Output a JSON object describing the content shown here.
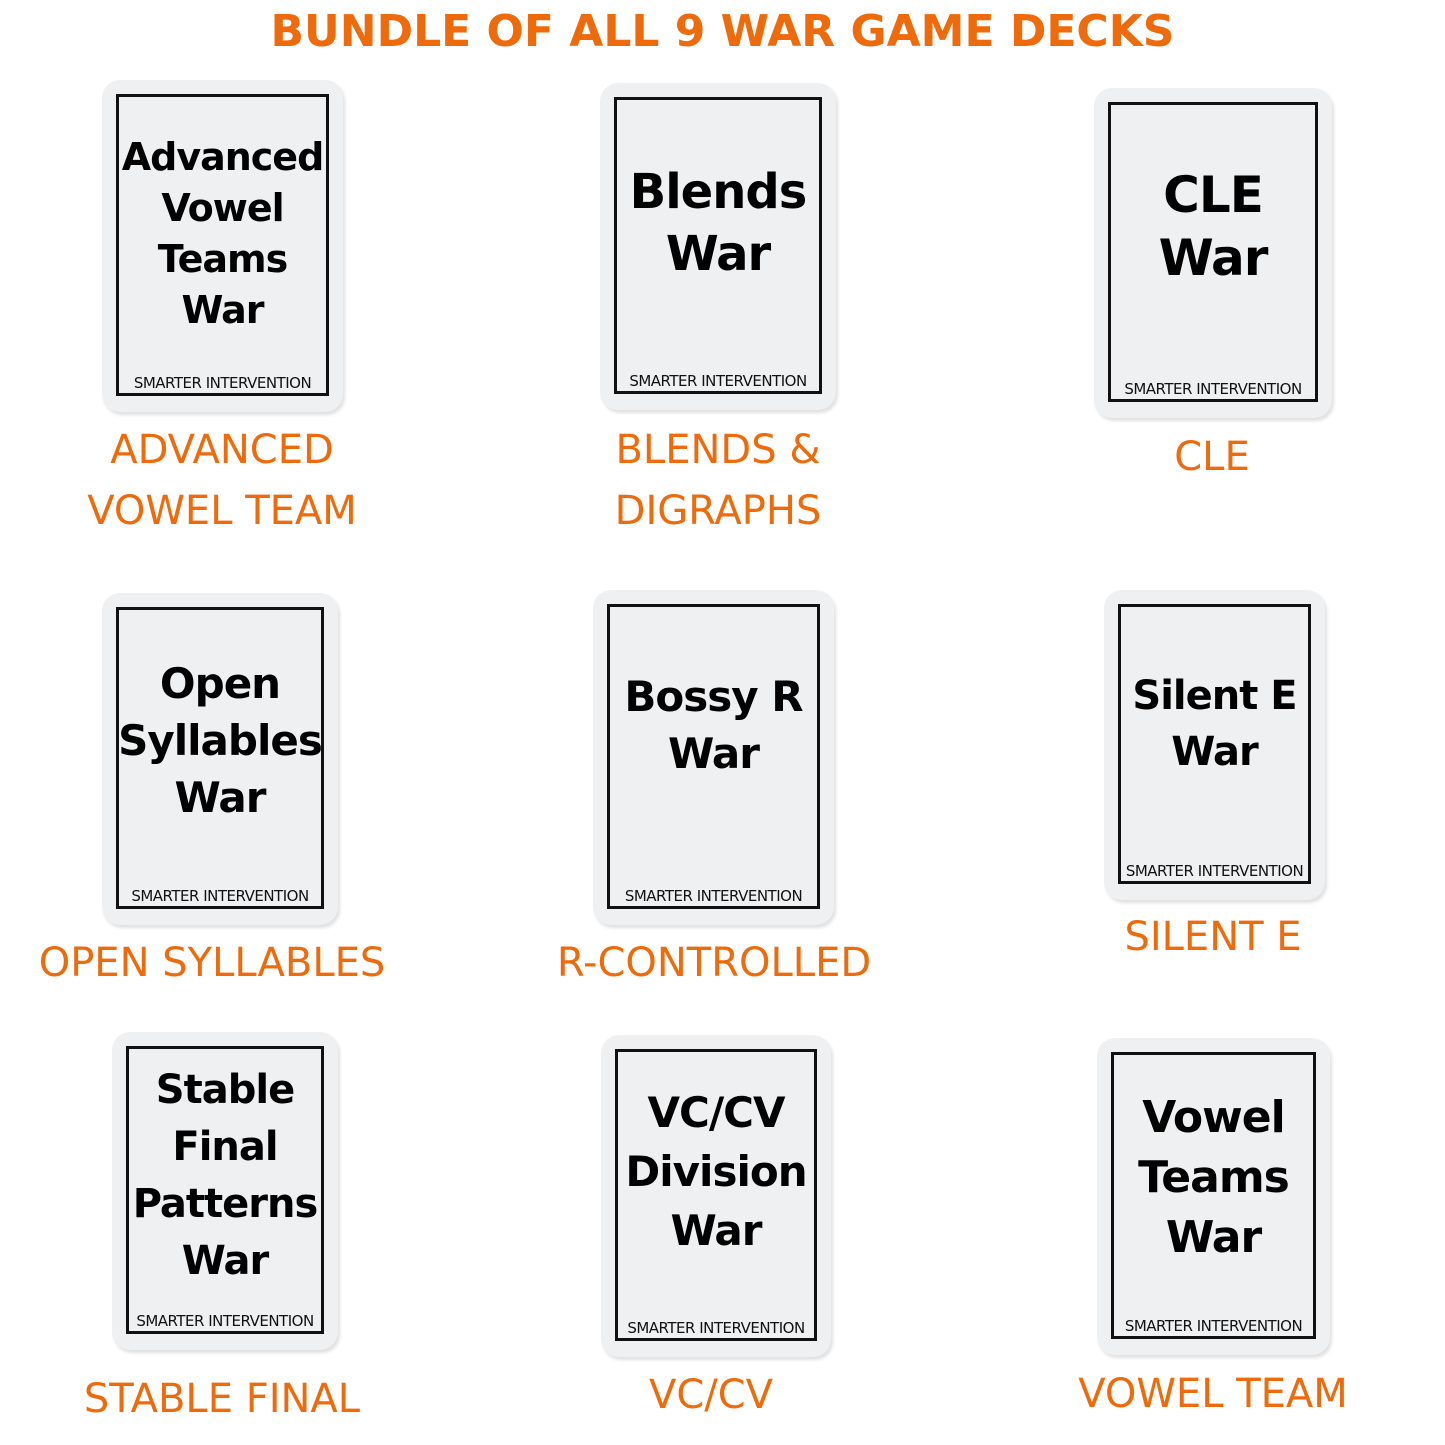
{
  "heading": "BUNDLE OF ALL 9 WAR GAME DECKS",
  "accent_color": "#ee6a0a",
  "card_brand": "SMARTER INTERVENTION",
  "decks": [
    {
      "card_title": [
        "Advanced",
        "Vowel",
        "Teams",
        "War"
      ],
      "label": [
        "ADVANCED",
        "VOWEL TEAM"
      ]
    },
    {
      "card_title": [
        "Blends",
        "War"
      ],
      "label": [
        "BLENDS &",
        "DIGRAPHS"
      ]
    },
    {
      "card_title": [
        "CLE",
        "War"
      ],
      "label": [
        "CLE"
      ]
    },
    {
      "card_title": [
        "Open",
        "Syllables",
        "War"
      ],
      "label": [
        "OPEN SYLLABLES"
      ]
    },
    {
      "card_title": [
        "Bossy R",
        "War"
      ],
      "label": [
        "R-CONTROLLED"
      ]
    },
    {
      "card_title": [
        "Silent E",
        "War"
      ],
      "label": [
        "SILENT E"
      ]
    },
    {
      "card_title": [
        "Stable",
        "Final",
        "Patterns",
        "War"
      ],
      "label": [
        "STABLE FINAL"
      ]
    },
    {
      "card_title": [
        "VC/CV",
        "Division",
        "War"
      ],
      "label": [
        "VC/CV"
      ]
    },
    {
      "card_title": [
        "Vowel",
        "Teams",
        "War"
      ],
      "label": [
        "VOWEL TEAM"
      ]
    }
  ]
}
